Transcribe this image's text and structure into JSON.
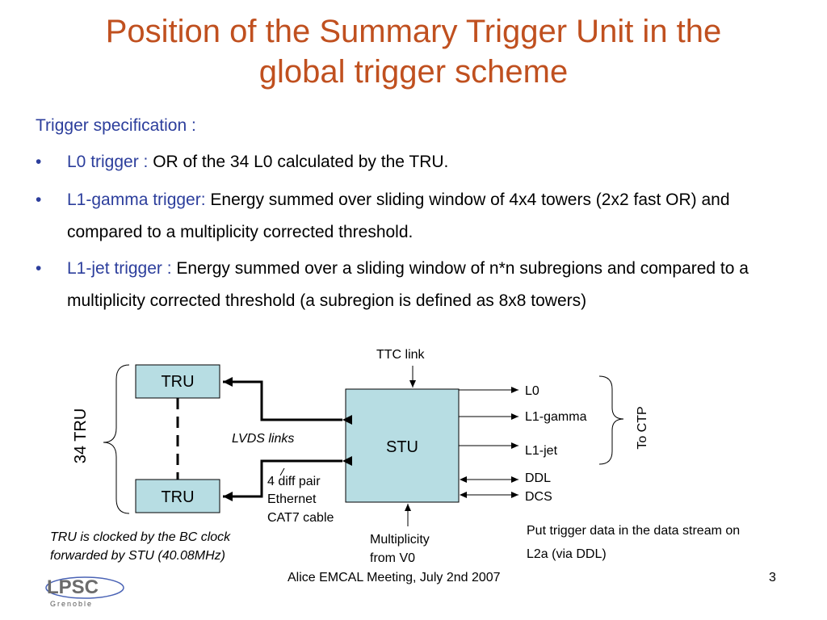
{
  "slide": {
    "title_line1": "Position of the Summary Trigger Unit in the",
    "title_line2": "global trigger scheme",
    "spec_heading": "Trigger specification :",
    "bullets": [
      {
        "label": "L0 trigger :",
        "text": " OR of the 34 L0 calculated by the TRU."
      },
      {
        "label": "L1-gamma trigger:",
        "text": " Energy summed over sliding window of 4x4 towers (2x2 fast OR) and compared to a multiplicity corrected threshold."
      },
      {
        "label": "L1-jet trigger :",
        "text": " Energy summed over a sliding window of n*n subregions and compared to a multiplicity corrected threshold (a subregion is defined as 8x8 towers)"
      }
    ],
    "bullet_glyph": "•"
  },
  "diagram": {
    "tru_top": "TRU",
    "tru_bottom": "TRU",
    "tru_count": "34 TRU",
    "stu": "STU",
    "ttc_link": "TTC link",
    "lvds_links": "LVDS links",
    "cable_line1": "4 diff pair",
    "cable_line2": "Ethernet",
    "cable_line3": "CAT7 cable",
    "multiplicity_line1": "Multiplicity",
    "multiplicity_line2": "from V0",
    "out_l0": "L0",
    "out_l1gamma": "L1-gamma",
    "out_l1jet": "L1-jet",
    "out_ddl": "DDL",
    "out_dcs": "DCS",
    "to_ctp": "To CTP",
    "clock_note_line1": "TRU is clocked by the BC clock",
    "clock_note_line2": "forwarded by STU (40.08MHz)",
    "stream_note_line1": "Put trigger data in the data stream on",
    "stream_note_line2": "L2a (via DDL)",
    "box_fill": "#b7dde3"
  },
  "footer": {
    "meeting": "Alice EMCAL Meeting, July 2nd 2007",
    "page": "3",
    "logo_main": "LPSC",
    "logo_sub": "Grenoble"
  },
  "colors": {
    "title": "#c0501f",
    "accent": "#2c3e9c"
  }
}
